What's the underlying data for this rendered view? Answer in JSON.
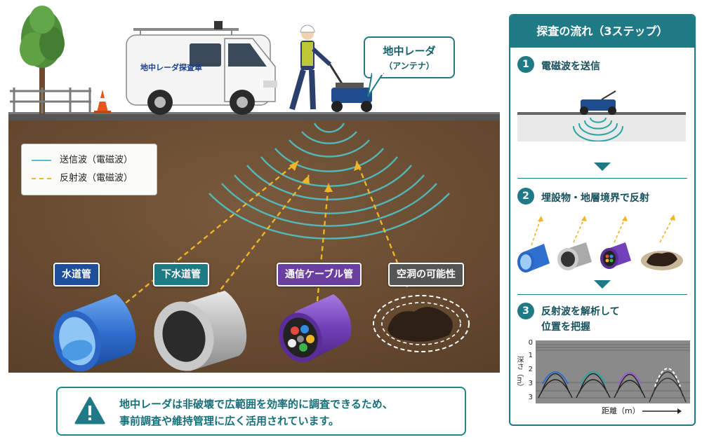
{
  "scene": {
    "van_label": "地中レーダ探査車",
    "antenna_callout": {
      "line1": "地中レーダ",
      "line2": "（アンテナ）"
    },
    "legend": {
      "transmit": "送信波（電磁波）",
      "reflect": "反射波（電磁波）",
      "transmit_color": "#4fc3c8",
      "reflect_color": "#f0b429"
    },
    "targets": [
      {
        "label": "水道管",
        "color": "#1d4f9a"
      },
      {
        "label": "下水道管",
        "color": "#1f7a86"
      },
      {
        "label": "通信ケーブル管",
        "color": "#6a3fa0"
      },
      {
        "label": "空洞の可能性",
        "color": "#555555"
      }
    ]
  },
  "info": {
    "line1": "地中レーダは非破壊で広範囲を効率的に調査できるため、",
    "line2": "事前調査や維持管理に広く活用されています。",
    "icon": "warning-icon"
  },
  "panel": {
    "title": "探査の流れ（3ステップ）",
    "steps": [
      {
        "num": "1",
        "label": "電磁波を送信"
      },
      {
        "num": "2",
        "label": "埋設物・地層境界で反射"
      },
      {
        "num": "3",
        "label": "反射波を解析して",
        "label2": "位置を把握"
      }
    ],
    "radargram": {
      "ylabel": "深さ（m）",
      "xlabel": "距離（m）",
      "yticks": [
        "0",
        "1",
        "2",
        "3",
        "3"
      ]
    }
  }
}
